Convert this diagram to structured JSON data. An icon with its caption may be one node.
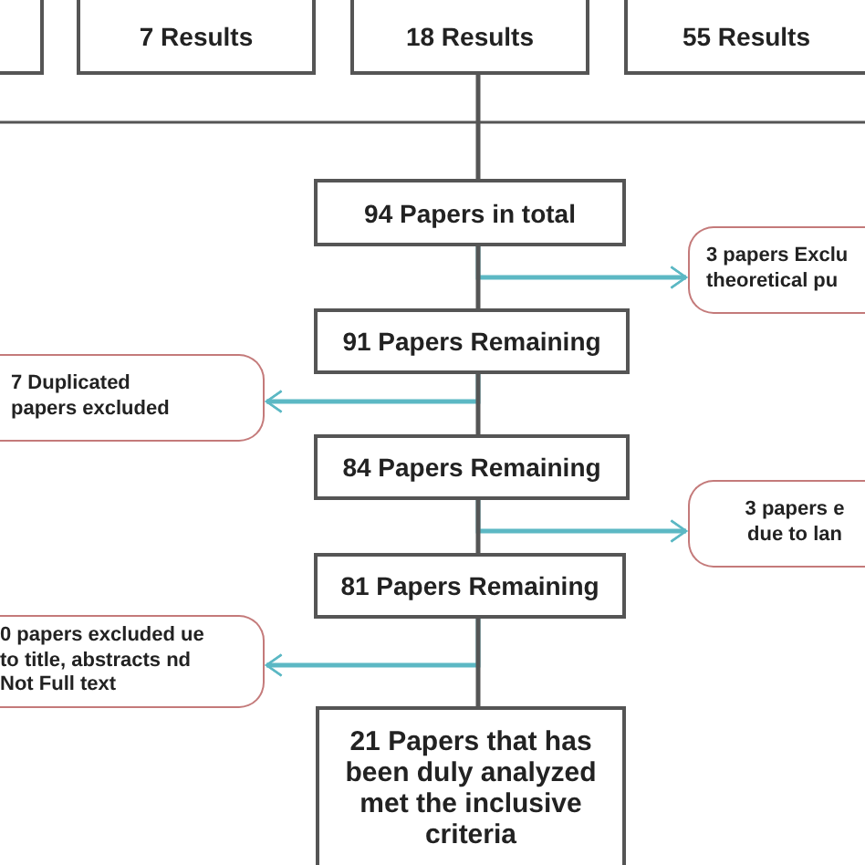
{
  "diagram": {
    "nodes": [
      {
        "text": [],
        "shape": "box"
      },
      {
        "text": [
          "7 Results"
        ]
      },
      {
        "text": [
          "18 Results"
        ]
      },
      {
        "text": [
          "55 Results"
        ]
      },
      {
        "text": [
          "94 Papers in total"
        ]
      },
      {
        "text": [
          "3 papers Exclu theoretical pu"
        ]
      },
      {
        "text": [
          "91 Papers Remaining"
        ]
      },
      {
        "text": [
          "7 Duplicated papers excluded"
        ]
      },
      {
        "text": [
          "84 Papers Remaining"
        ]
      },
      {
        "text": [
          "3 papers e due to lan"
        ]
      },
      {
        "text": [
          "81 Papers Remaining"
        ]
      },
      {
        "text": [
          "0 papers excluded ue to title, abstracts nd Not Full text"
        ]
      },
      {
        "text": [
          "21 Papers that has been duly analyzed met the inclusive criteria"
        ]
      }
    ],
    "edges": [
      {
        "from": 2,
        "to": 4,
        "arrow": "none"
      },
      {
        "from": 4,
        "to": 6,
        "arrow": "none"
      },
      {
        "from": 4,
        "to": 5,
        "arrow": "to",
        "color": "#5cb8c4"
      },
      {
        "from": 6,
        "to": 8,
        "arrow": "none"
      },
      {
        "from": 6,
        "to": 7,
        "arrow": "to",
        "color": "#5cb8c4"
      },
      {
        "from": 8,
        "to": 10,
        "arrow": "none"
      },
      {
        "from": 8,
        "to": 9,
        "arrow": "to",
        "color": "#5cb8c4"
      },
      {
        "from": 10,
        "to": 12,
        "arrow": "none"
      },
      {
        "from": 10,
        "to": 11,
        "arrow": "to",
        "color": "#5cb8c4"
      }
    ]
  }
}
